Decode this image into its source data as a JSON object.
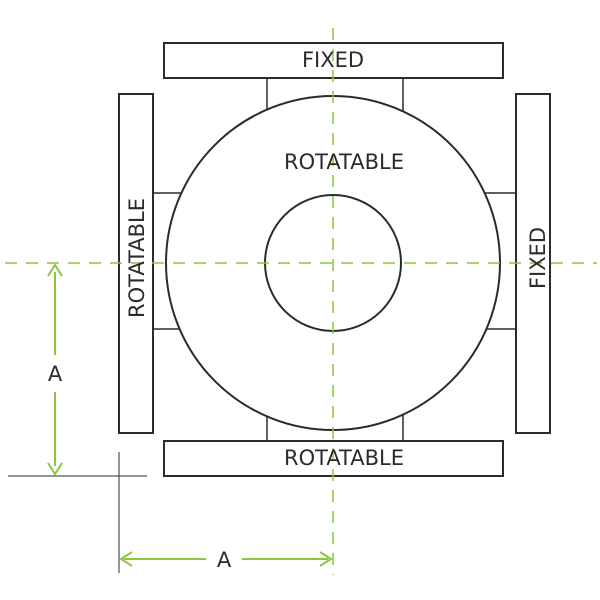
{
  "colors": {
    "outline": "#2b2b2b",
    "centerline": "#8cc63f",
    "dimension": "#8cc63f",
    "background": "#ffffff"
  },
  "flanges": {
    "top": "FIXED",
    "left": "ROTATABLE",
    "right": "FIXED",
    "bottom": "ROTATABLE"
  },
  "body_label": "ROTATABLE",
  "dimensions": {
    "vertical": "A",
    "horizontal": "A"
  }
}
